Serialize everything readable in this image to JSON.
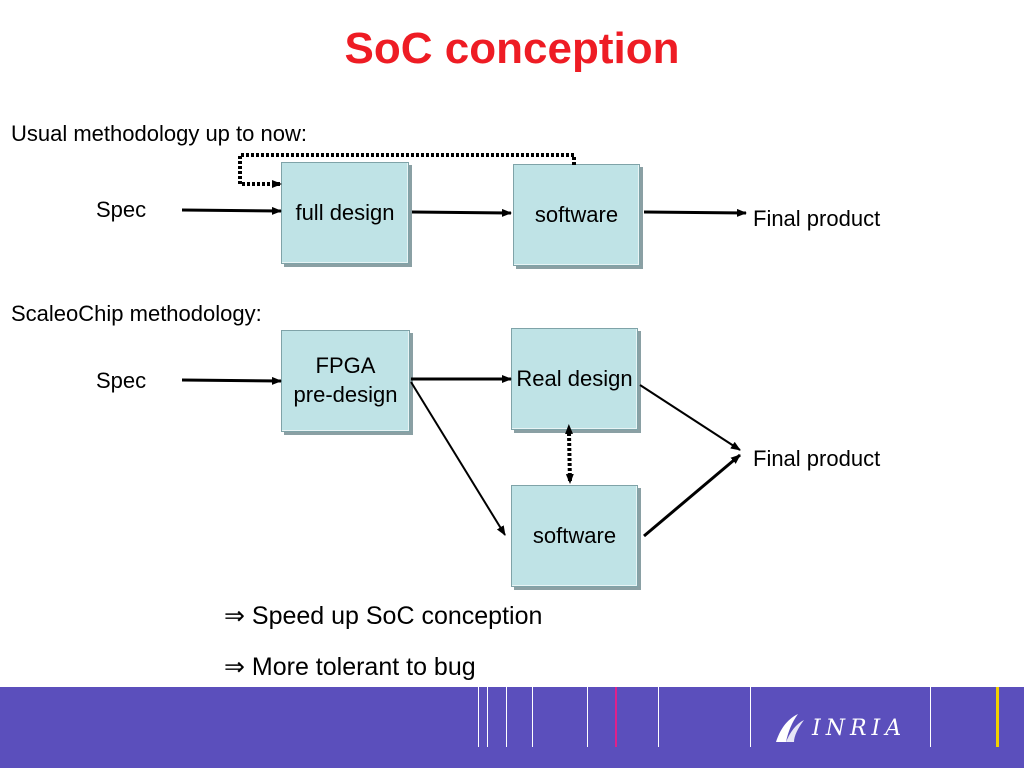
{
  "slide": {
    "title": "SoC conception",
    "section1_label": "Usual methodology up to now:",
    "section2_label": "ScaleoChip methodology:",
    "top": {
      "input": "Spec",
      "box1": "full design",
      "box2": "software",
      "output": "Final product"
    },
    "bottom": {
      "input": "Spec",
      "box1_line1": "FPGA",
      "box1_line2": "pre-design",
      "box2": "Real design",
      "box3": "software",
      "output": "Final product"
    },
    "conclusions": [
      "⇒ Speed up SoC conception",
      "⇒ More tolerant to bug"
    ]
  },
  "footer": {
    "logo_text": "INRIA",
    "logo_icon": "inria-logo-icon",
    "background_color": "#5b4fbc"
  }
}
